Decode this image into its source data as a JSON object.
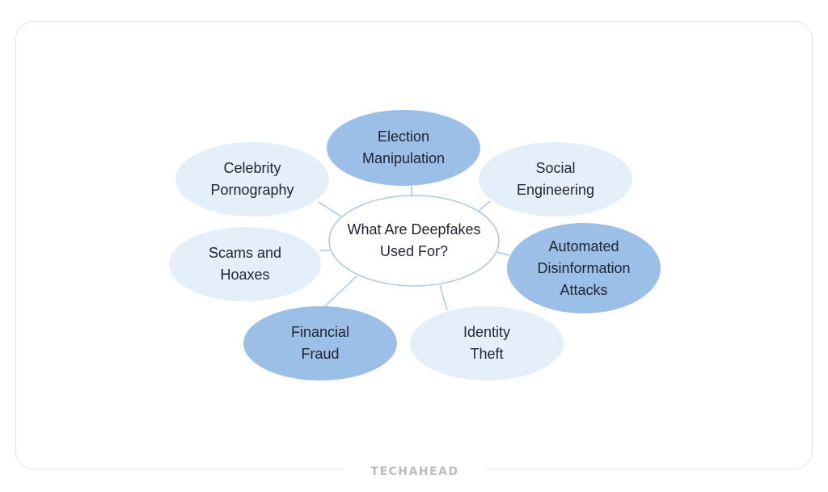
{
  "center": {
    "label": "What Are Deepfakes\nUsed For?"
  },
  "nodes": [
    {
      "id": "election-manipulation",
      "label": "Election\nManipulation",
      "tone": "dark"
    },
    {
      "id": "social-engineering",
      "label": "Social\nEngineering",
      "tone": "light"
    },
    {
      "id": "automated-disinformation-attacks",
      "label": "Automated\nDisinformation\nAttacks",
      "tone": "dark"
    },
    {
      "id": "identity-theft",
      "label": "Identity\nTheft",
      "tone": "light"
    },
    {
      "id": "financial-fraud",
      "label": "Financial\nFraud",
      "tone": "dark"
    },
    {
      "id": "scams-and-hoaxes",
      "label": "Scams and\nHoaxes",
      "tone": "light"
    },
    {
      "id": "celebrity-pornography",
      "label": "Celebrity\nPornography",
      "tone": "light"
    }
  ],
  "colors": {
    "dark_fill": "#9bbfe6",
    "light_fill": "#e4eff9",
    "center_fill": "#ffffff",
    "center_stroke": "#a9c8e6",
    "connector": "#a9c8e6"
  },
  "watermark": "TECHAHEAD"
}
